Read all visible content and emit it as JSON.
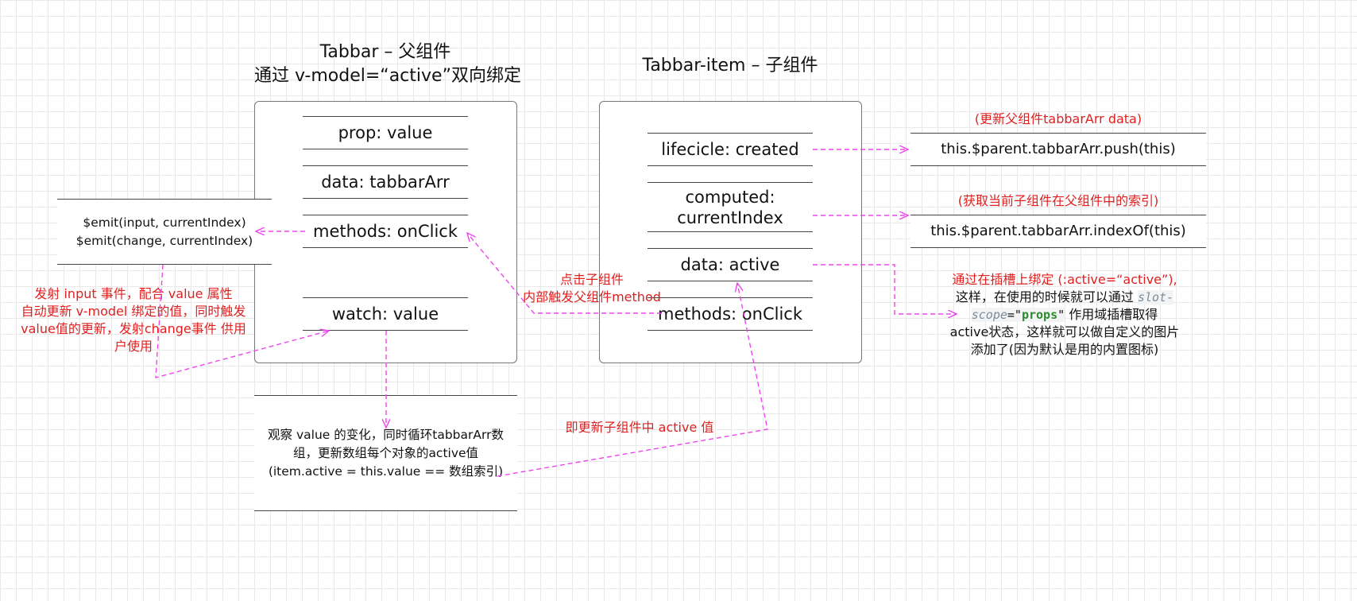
{
  "parent": {
    "title_line1": "Tabbar – 父组件",
    "title_line2": "通过 v-model=“active”双向绑定",
    "rows": [
      "prop: value",
      "data: tabbarArr",
      "methods: onClick",
      "watch: value"
    ]
  },
  "child": {
    "title": "Tabbar-item – 子组件",
    "rows": [
      "lifecicle: created",
      "computed:",
      "currentIndex",
      "data: active",
      "methods: onClick"
    ]
  },
  "emit_box": {
    "line1": "$emit(input, currentIndex)",
    "line2": "$emit(change, currentIndex)"
  },
  "emit_note": {
    "line1": "发射 input 事件，配合 value 属性",
    "line2": "自动更新 v-model 绑定的值，同时触发",
    "line3": "value值的更新，发射change事件 供用",
    "line4": "户使用"
  },
  "watch_box": {
    "line1": "观察 value 的变化，同时循环tabbarArr数",
    "line2": "组，更新数组每个对象的active值",
    "line3": "(item.active = this.value == 数组索引)"
  },
  "click_note": {
    "line1": "点击子组件",
    "line2": "内部触发父组件method"
  },
  "update_note": "即更新子组件中 active 值",
  "right": {
    "push_label": "(更新父组件tabbarArr data)",
    "push_code": "this.$parent.tabbarArr.push(this)",
    "index_label": "(获取当前子组件在父组件中的索引)",
    "index_code": "this.$parent.tabbarArr.indexOf(this)",
    "slot_line1": "通过在插槽上绑定 (:active=“active”),",
    "slot_line2a": "这样，在使用的时候就可以通过 ",
    "slot_code1": "slot-",
    "slot_code2": "scope",
    "slot_code3": "=\"",
    "slot_code4": "props",
    "slot_code5": "\"",
    "slot_line3b": " 作用域插槽取得",
    "slot_line4": "active状态，这样就可以做自定义的图片",
    "slot_line5": "添加了(因为默认是用的内置图标)"
  },
  "colors": {
    "accent": "#e02020",
    "arrow": "#ee44ee",
    "border": "#777777"
  }
}
